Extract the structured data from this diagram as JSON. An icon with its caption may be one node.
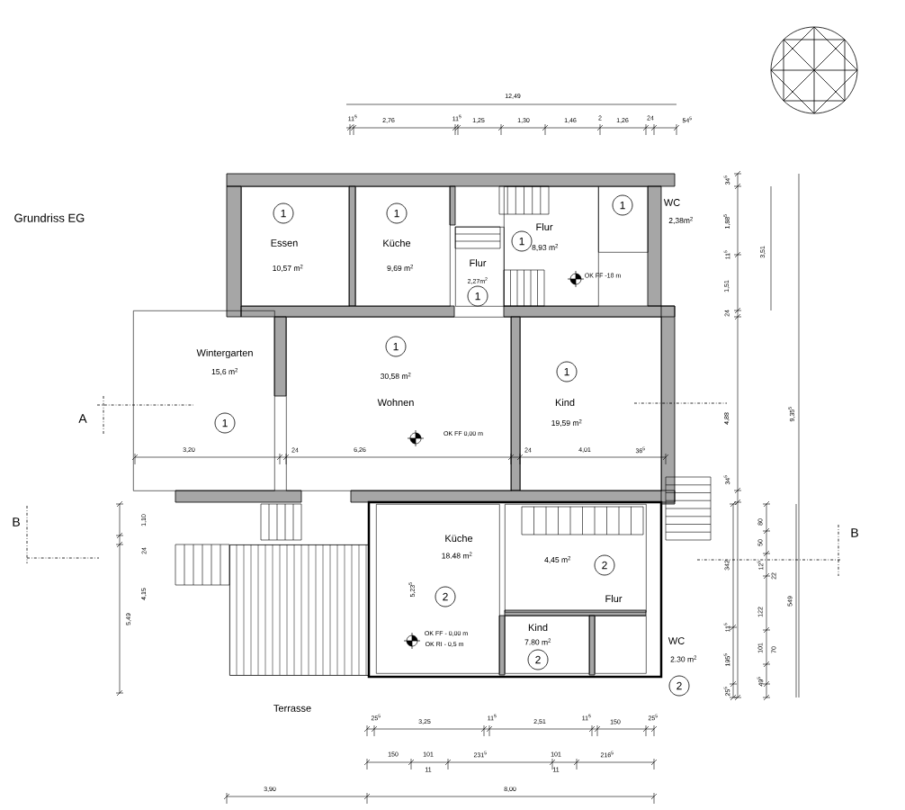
{
  "diagram": {
    "title": "Grundriss EG",
    "nodes": [
      {
        "text": [
          "Essen",
          "10,57 m$^{2}$"
        ]
      },
      {
        "text": [
          "1"
        ],
        "in": 0
      },
      {
        "text": [
          "Küche",
          "9,69 m$^{2}$"
        ]
      },
      {
        "text": [
          "1"
        ],
        "in": 2
      },
      {
        "text": [
          "Flur",
          "2,27m$^{2}$"
        ]
      },
      {
        "text": [
          "1"
        ],
        "in": 4
      },
      {
        "text": [
          "Flur",
          "8,93 m$^{2}$"
        ]
      },
      {
        "text": [
          "1"
        ],
        "in": 6
      },
      {
        "text": [
          "WC",
          "2,38m$^{2}$"
        ]
      },
      {
        "text": [
          "1"
        ],
        "in": 8
      },
      {
        "text": [
          "Wintergarten",
          "15,6 m$^{2}$"
        ]
      },
      {
        "text": [
          "1"
        ],
        "in": 10
      },
      {
        "text": [
          "30,58 m$^{2}$",
          "Wohnen"
        ]
      },
      {
        "text": [
          "1"
        ],
        "in": 12
      },
      {
        "text": [
          "Kind",
          "19,59 m$^{2}$"
        ]
      },
      {
        "text": [
          "1"
        ],
        "in": 14
      },
      {
        "text": [
          "Küche",
          "18.48 m$^{2}$"
        ]
      },
      {
        "text": [
          "2"
        ],
        "in": 16
      },
      {
        "text": [
          "4,45 m$^{2}$",
          "Flur"
        ]
      },
      {
        "text": [
          "2"
        ],
        "in": 18
      },
      {
        "text": [
          "Kind",
          "7.80 m$^{2}$"
        ]
      },
      {
        "text": [
          "2"
        ],
        "in": 20
      },
      {
        "text": [
          "WC",
          "2.30 m$^{2}$"
        ]
      },
      {
        "text": [
          "2"
        ]
      },
      {
        "text": [
          "Terrasse"
        ]
      }
    ],
    "labels": [
      "12,49",
      "11$^{5}$",
      "2,76",
      "11$^{5}$",
      "1,25",
      "1,30",
      "1,46",
      "2",
      "1,26",
      "24",
      "54$^{5}$",
      "34$^{5}$",
      "1,88$^{5}$",
      "11$^{5}$",
      "1,51",
      "3,51",
      "24",
      "4,88",
      "9,35$^{5}$",
      "34$^{5}$",
      "80",
      "50",
      "342",
      "12$^{5}$",
      "22",
      "549",
      "122",
      "11$^{5}$",
      "101",
      "70",
      "195$^{5}$",
      "49$^{5}$",
      "25$^{5}$",
      "A",
      "B",
      "B",
      "3,20",
      "24",
      "6,26",
      "24",
      "4,01",
      "36$^{5}$",
      "1,10",
      "24",
      "4,15",
      "5,49",
      "5,23$^{5}$",
      "OK FF -18 m",
      "OK FF 0,00 m",
      "OK FF - 0,00 m",
      "OK RI - 0,5 m",
      "25$^{5}$",
      "3,25",
      "11$^{5}$",
      "2,51",
      "11$^{5}$",
      "150",
      "25$^{5}$",
      "150",
      "101",
      "11",
      "231$^{5}$",
      "101",
      "11",
      "216$^{5}$",
      "3,90",
      "8,00"
    ]
  }
}
